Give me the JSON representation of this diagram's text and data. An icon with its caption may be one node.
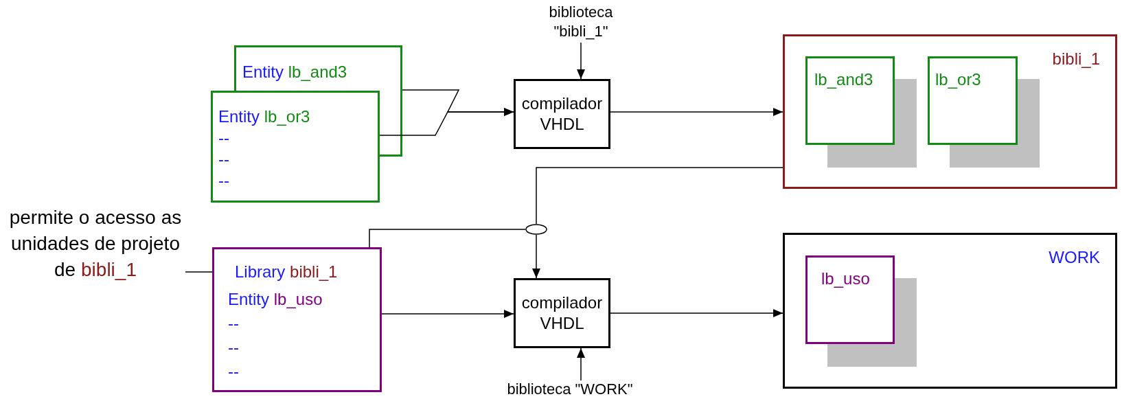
{
  "diagram": {
    "nodes": [
      {
        "text": [
          "Entity",
          "lb_and3"
        ]
      },
      {
        "text": [
          "Entity",
          "lb_or3",
          "--",
          "--",
          "--"
        ]
      },
      {
        "text": [
          "compilador VHDL"
        ]
      },
      {
        "text": [
          "bibli_1"
        ]
      },
      {
        "text": [
          "lb_and3"
        ],
        "in": 3
      },
      {
        "text": [
          "lb_or3"
        ],
        "in": 3
      },
      {
        "text": [
          "permite o acesso as unidades de projeto de",
          "bibli_1"
        ]
      },
      {
        "text": [
          "Entity",
          "lb_uso",
          "--",
          "--",
          "--"
        ]
      },
      {
        "text": [
          "Library",
          "bibli_1"
        ],
        "in": 7
      },
      {
        "text": [],
        "shape": "ellipse"
      },
      {
        "text": [
          "compilador VHDL"
        ]
      },
      {
        "text": [
          "WORK"
        ]
      },
      {
        "text": [
          "lb_uso"
        ],
        "in": 11
      },
      {
        "text": [
          "biblioteca \"bibli_1\""
        ]
      },
      {
        "text": [
          "biblioteca \"WORK\""
        ]
      }
    ],
    "edges": [
      {
        "from": 0,
        "to": 2,
        "arrow": "to"
      },
      {
        "from": 1,
        "to": 2,
        "arrow": "to"
      },
      {
        "from": 2,
        "to": 3,
        "arrow": "to"
      },
      {
        "from": 13,
        "to": 2,
        "arrow": "to"
      },
      {
        "from": 3,
        "to": 9,
        "arrow": "none"
      },
      {
        "from": 9,
        "to": 10,
        "arrow": "to"
      },
      {
        "from": 8,
        "to": 9,
        "arrow": "none"
      },
      {
        "from": 6,
        "to": 8,
        "arrow": "other"
      },
      {
        "from": 7,
        "to": 10,
        "arrow": "to"
      },
      {
        "from": 10,
        "to": 11,
        "arrow": "to"
      },
      {
        "from": 14,
        "to": 10,
        "arrow": "to"
      }
    ]
  }
}
